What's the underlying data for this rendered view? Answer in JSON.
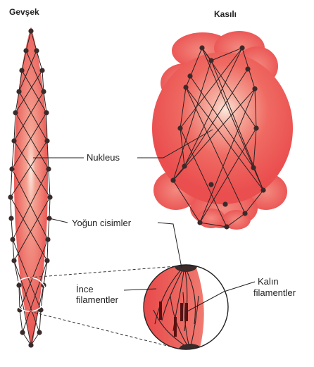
{
  "labels": {
    "relaxed": "Gevşek",
    "contracted": "Kasılı",
    "nucleus": "Nukleus",
    "dense_bodies": "Yoğun cisimler",
    "thin_line1": "İnce",
    "thin_line2": "filamentler",
    "thick_line1": "Kalın",
    "thick_line2": "filamentler"
  },
  "colors": {
    "cell_fill": "#ee4d4d",
    "cell_light": "#f7b2a6",
    "nucleus_glow": "#fbe3d6",
    "filament": "#2a2222",
    "dense_body": "#3a2a2a",
    "thick_filament": "#5a1010"
  }
}
